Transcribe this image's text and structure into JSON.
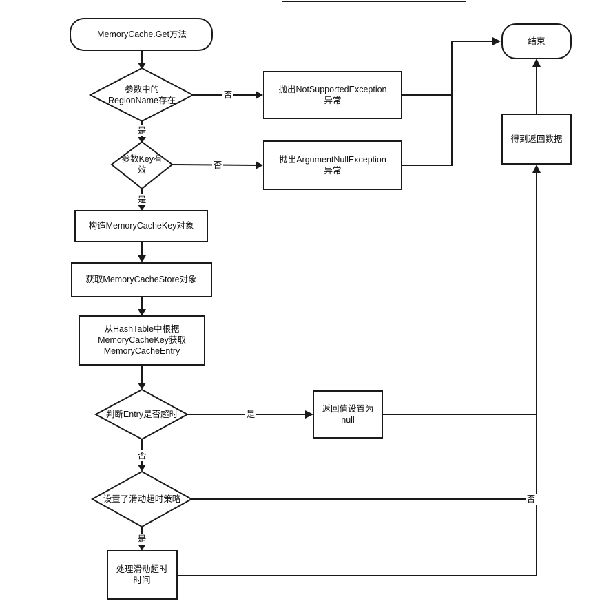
{
  "nodes": {
    "start": {
      "lines": [
        "MemoryCache.Get方法"
      ]
    },
    "end": {
      "lines": [
        "结束"
      ]
    },
    "check_region": {
      "lines": [
        "参数中的",
        "RegionName存在"
      ]
    },
    "throw_not_supported": {
      "lines": [
        "抛出NotSupportedException",
        "异常"
      ]
    },
    "check_key": {
      "lines": [
        "参数Key有",
        "效"
      ]
    },
    "throw_argument_null": {
      "lines": [
        "抛出ArgumentNullException",
        "异常"
      ]
    },
    "build_key": {
      "lines": [
        "构造MemoryCacheKey对象"
      ]
    },
    "get_store": {
      "lines": [
        "获取MemoryCacheStore对象"
      ]
    },
    "get_entry": {
      "lines": [
        "从HashTable中根据",
        "MemoryCacheKey获取",
        "MemoryCacheEntry"
      ]
    },
    "check_expired": {
      "lines": [
        "判断Entry是否超时"
      ]
    },
    "return_null": {
      "lines": [
        "返回值设置为",
        "null"
      ]
    },
    "check_sliding": {
      "lines": [
        "设置了滑动超时策略"
      ]
    },
    "handle_sliding": {
      "lines": [
        "处理滑动超时",
        "时间"
      ]
    },
    "get_data": {
      "lines": [
        "得到返回数据"
      ]
    }
  },
  "edge_labels": {
    "region_no": "否",
    "region_yes": "是",
    "key_no": "否",
    "key_yes": "是",
    "expired_yes": "是",
    "expired_no": "否",
    "sliding_no": "否",
    "sliding_yes": "是"
  },
  "colors": {
    "stroke": "#1a1a1a",
    "fill": "#ffffff",
    "text": "#111111"
  }
}
